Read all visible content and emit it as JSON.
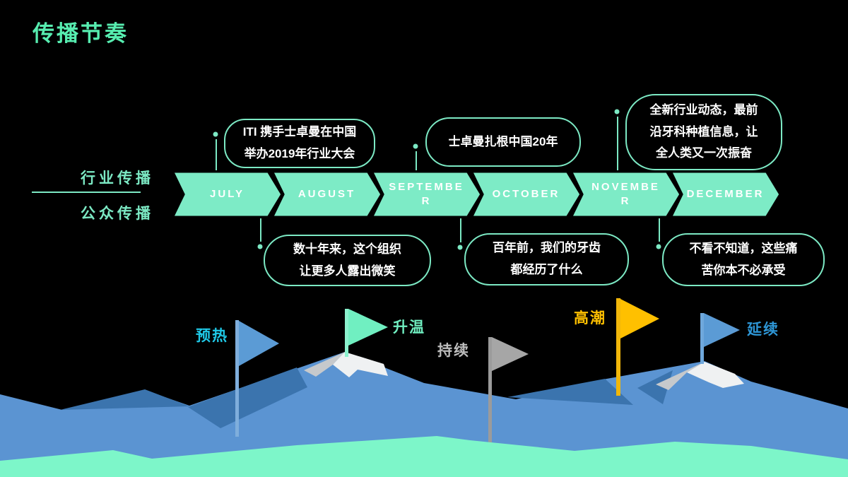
{
  "title": "传播节奏",
  "axis": {
    "top_label": "行业传播",
    "bottom_label": "公众传播"
  },
  "timeline": {
    "months": [
      {
        "label": "JULY"
      },
      {
        "label": "AUGUST"
      },
      {
        "label": "SEPTEMBE\nR"
      },
      {
        "label": "OCTOBER"
      },
      {
        "label": "NOVEMBE\nR"
      },
      {
        "label": "DECEMBER"
      }
    ]
  },
  "callouts_top": [
    {
      "text": "ITI 携手士卓曼在中国\n举办2019年行业大会"
    },
    {
      "text": "士卓曼扎根中国20年"
    },
    {
      "text": "全新行业动态，最前\n沿牙科种植信息，让\n全人类又一次振奋"
    }
  ],
  "callouts_bottom": [
    {
      "text": "数十年来，这个组织\n让更多人露出微笑"
    },
    {
      "text": "百年前，我们的牙齿\n都经历了什么"
    },
    {
      "text": "不看不知道，这些痛\n苦你本不必承受"
    }
  ],
  "phases": [
    {
      "label": "预热",
      "label_color": "#1FC9E8",
      "flag_color": "#5B9BD5",
      "pole_color": "#7FAEDC"
    },
    {
      "label": "升温",
      "label_color": "#70EFC1",
      "flag_color": "#70EFC1",
      "pole_color": "#8CF2CE"
    },
    {
      "label": "持续",
      "label_color": "#BDBDBD",
      "flag_color": "#A6A6A6",
      "pole_color": "#9B9B9B"
    },
    {
      "label": "高潮",
      "label_color": "#FFC000",
      "flag_color": "#FFC000",
      "pole_color": "#F2B70A"
    },
    {
      "label": "延续",
      "label_color": "#2E96D6",
      "flag_color": "#5B9BD5",
      "pole_color": "#6FA8DC"
    }
  ],
  "colors": {
    "background": "#000000",
    "title_green": "#57EDB0",
    "accent": "#7CE9C4",
    "chevron": "#7DEBC6",
    "wave_blue": "#5B94D2",
    "wave_dark_blue": "#3B74AE",
    "wave_mint": "#7DF6C9",
    "snow_white": "#EFF1F2",
    "snow_gray": "#C6C9CC",
    "callout_text": "#FFFFFF"
  }
}
